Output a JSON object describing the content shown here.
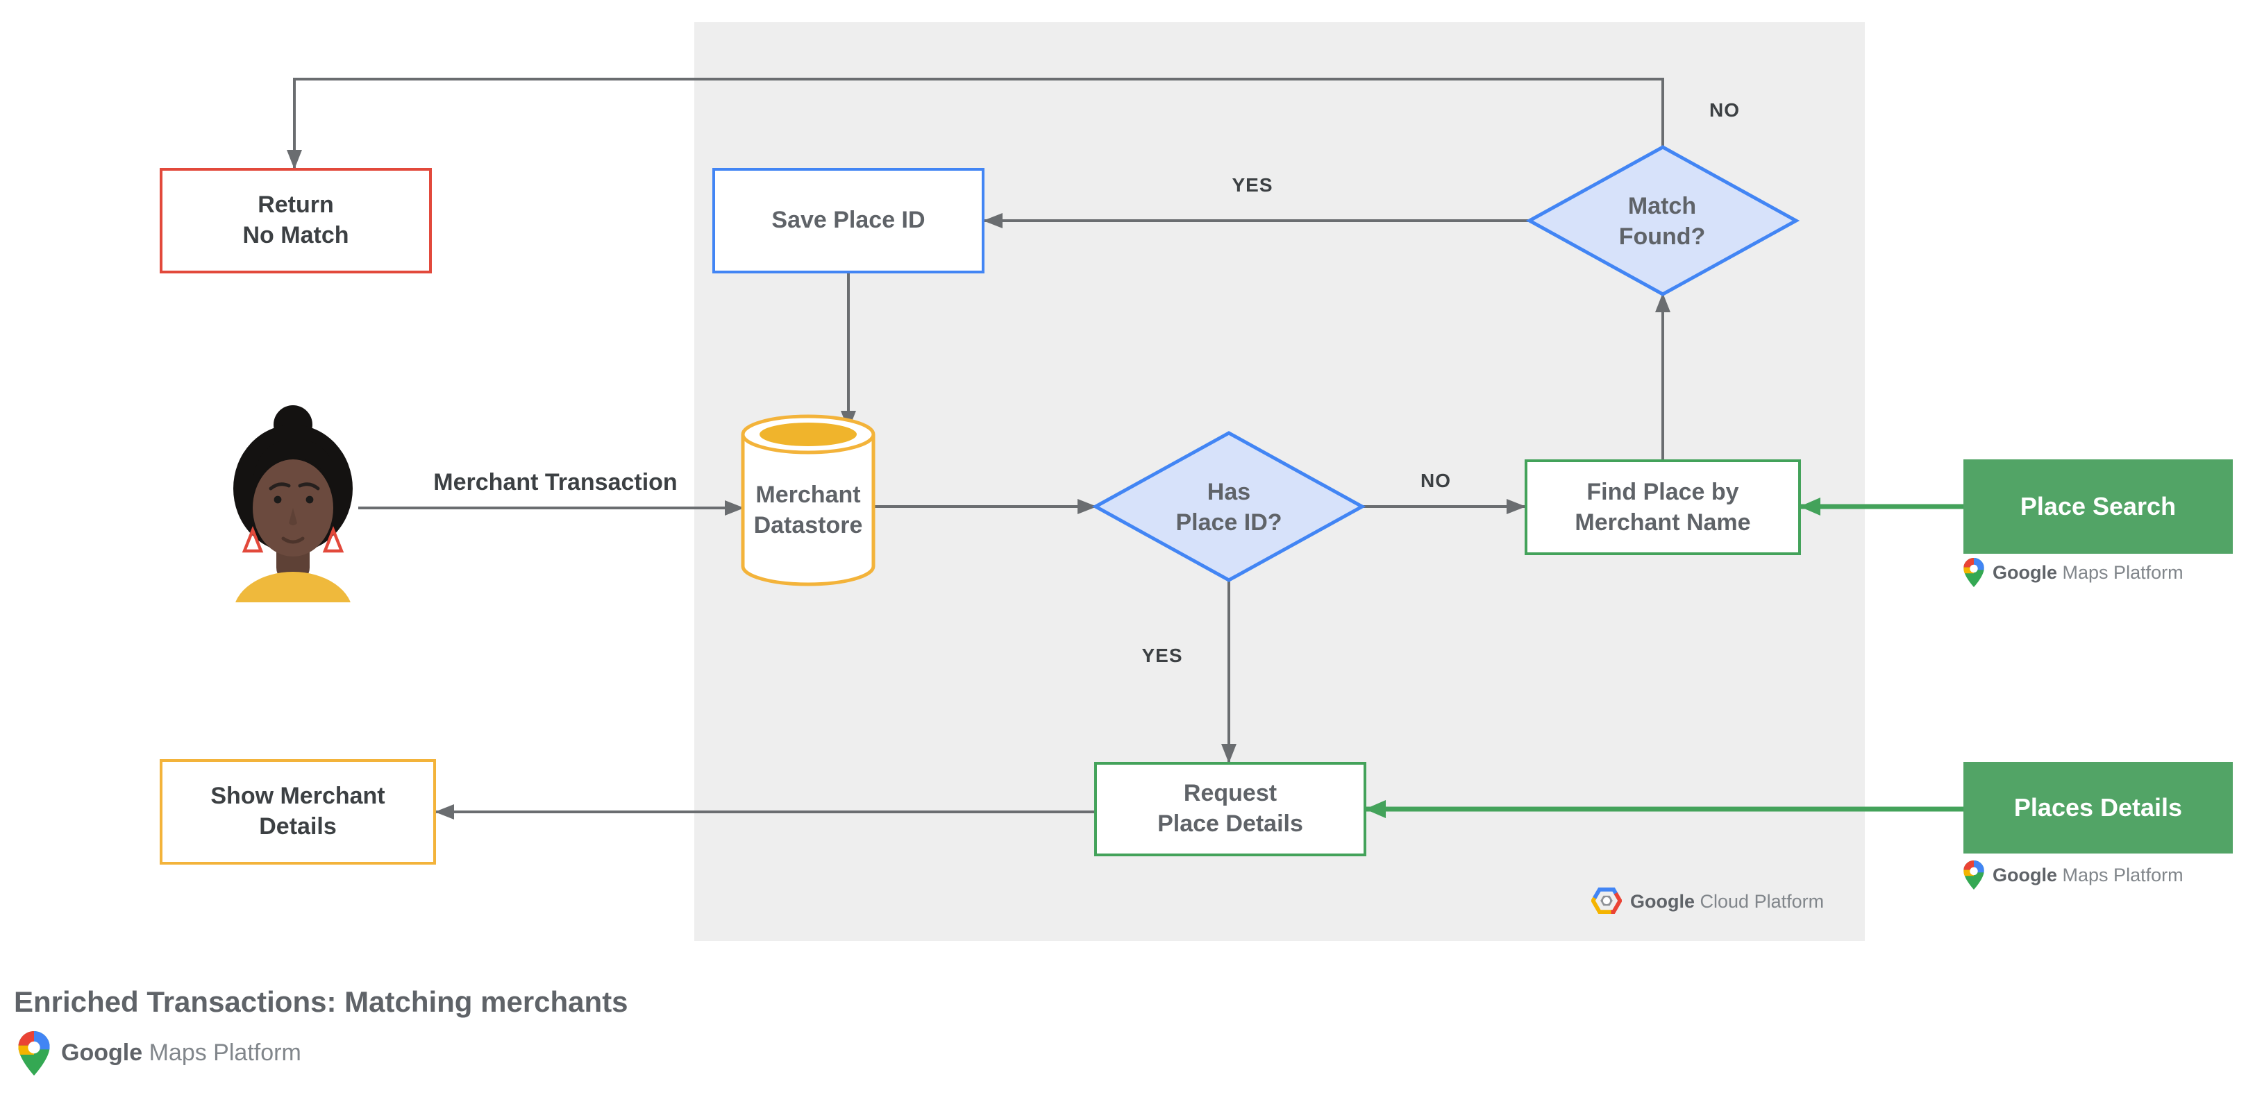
{
  "footer": {
    "title": "Enriched Transactions: Matching merchants"
  },
  "nodes": {
    "return_no_match": {
      "line1": "Return",
      "line2": "No Match"
    },
    "save_place_id": {
      "label": "Save Place ID"
    },
    "merchant_datastore": {
      "line1": "Merchant",
      "line2": "Datastore"
    },
    "has_place_id": {
      "line1": "Has",
      "line2": "Place ID?"
    },
    "match_found": {
      "line1": "Match",
      "line2": "Found?"
    },
    "find_place": {
      "line1": "Find Place by",
      "line2": "Merchant Name"
    },
    "request_place_details": {
      "line1": "Request",
      "line2": "Place Details"
    },
    "show_merchant_details": {
      "line1": "Show Merchant",
      "line2": "Details"
    },
    "place_search": {
      "label": "Place Search"
    },
    "places_details": {
      "label": "Places Details"
    }
  },
  "edge_labels": {
    "merchant_transaction": "Merchant Transaction",
    "match_found_yes": "YES",
    "match_found_no": "NO",
    "has_place_id_no": "NO",
    "has_place_id_yes": "YES"
  },
  "logos": {
    "maps_platform": {
      "brand": "Google",
      "product": "Maps Platform"
    },
    "cloud_platform": {
      "brand": "Google",
      "product": "Cloud Platform"
    }
  },
  "icons": {
    "actor": "woman-avatar",
    "datastore": "database-cylinder",
    "maps_pin": "google-maps-pin",
    "cloud_hexagon": "google-cloud-hexagon"
  },
  "colors": {
    "red": "#E2493B",
    "blue": "#4285F4",
    "blue_fill": "#D7E2FA",
    "green": "#43A25A",
    "green_fill": "#52A466",
    "yellow": "#F3B33A",
    "yellow_fill": "#F0B42C",
    "panel": "#EEEEEE",
    "arrow": "#6A6D70",
    "text_dark": "#3C4043",
    "text_mid": "#5F6368",
    "text_light": "#81868B",
    "g_blue": "#4285F4",
    "g_red": "#EA4335",
    "g_yellow": "#F4B400",
    "g_green": "#34A853",
    "skin": "#6B4A3E",
    "skin_shadow": "#5E4136",
    "hair": "#141211",
    "shirt": "#EFB93C",
    "mouth": "#4C342B"
  }
}
